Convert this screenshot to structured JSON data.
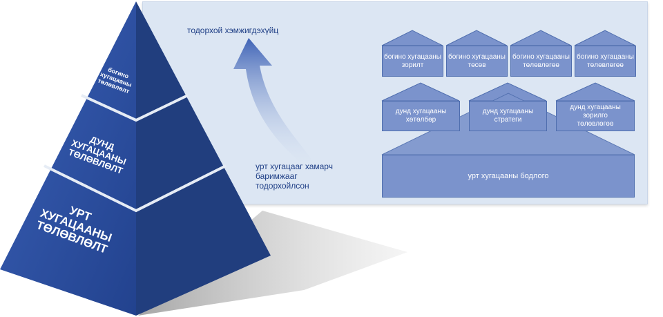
{
  "pyramid": {
    "levels": [
      {
        "lines": [
          "богино",
          "хугацааны",
          "төлөвлөлт"
        ]
      },
      {
        "lines": [
          "ДУНД",
          "ХУГАЦААНЫ",
          "ТӨЛӨВЛӨЛТ"
        ]
      },
      {
        "lines": [
          "УРТ",
          "ХУГАЦААНЫ",
          "ТӨЛӨВЛӨЛТ"
        ]
      }
    ]
  },
  "arrow": {
    "top_label": "тодорхой хэмжигдэхүйц",
    "bottom_label": [
      "урт хугацааг хамарч",
      "баримжааг",
      "тодорхойлсон"
    ]
  },
  "diagram": {
    "short_term": [
      [
        "богино хугацааны",
        "зорилт"
      ],
      [
        "богино хугацааны",
        "төсөв"
      ],
      [
        "богино хугацааны",
        "төлөвлөгөө"
      ],
      [
        "богино хугацааны",
        "төлөвлөгөө"
      ]
    ],
    "mid_term": [
      [
        "дунд хугацааны",
        "хөтөлбөр"
      ],
      [
        "дунд хугацааны",
        "стратеги"
      ],
      [
        "дунд хугацааны зорилго",
        "төлөвлөгөө"
      ]
    ],
    "long_term": "урт хугацааны бодлого"
  },
  "colors": {
    "pyramid_front": "#2c4ea3",
    "pyramid_side": "#203b79",
    "box_fill": "#7b93cc",
    "text": "#1f3f86"
  }
}
